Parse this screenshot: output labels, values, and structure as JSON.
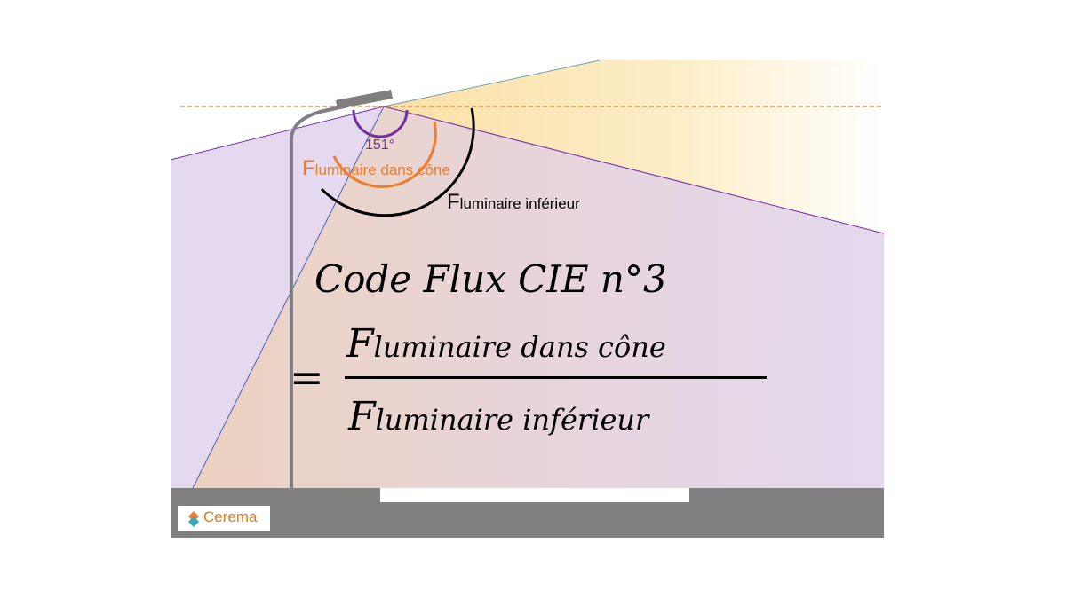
{
  "angle_label": "151°",
  "label_cone": {
    "main": "F",
    "sub": "luminaire dans cône"
  },
  "label_lower": {
    "main": "F",
    "sub": "luminaire inférieur"
  },
  "formula": {
    "title": "Code Flux CIE n°3",
    "equals": "=",
    "numerator": {
      "main": "F",
      "sub": "luminaire dans cône"
    },
    "denominator": {
      "main": "F",
      "sub": "luminaire inférieur"
    }
  },
  "logo": {
    "text": "Cerema"
  },
  "colors": {
    "purple": "#7030a0",
    "orange": "#ed7d31",
    "ground": "#808080",
    "lavender": "#e4d9ee",
    "yellow": "#fde9b0"
  }
}
